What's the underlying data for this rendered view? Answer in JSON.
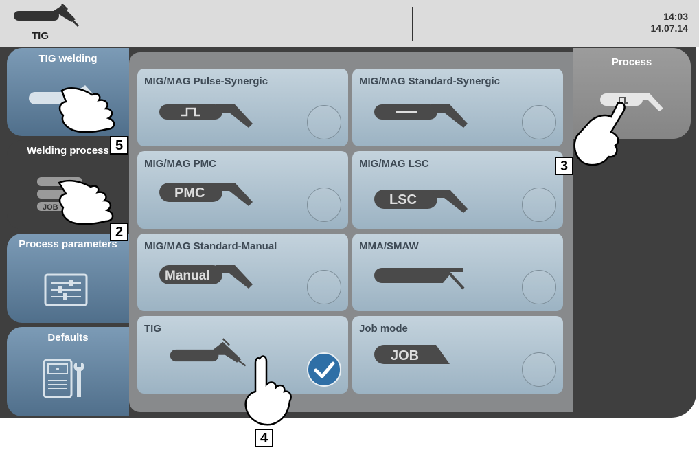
{
  "header": {
    "mode": "TIG",
    "time": "14:03",
    "date": "14.07.14"
  },
  "nav": {
    "items": [
      {
        "label": "TIG welding",
        "icon": "torch-icon"
      },
      {
        "label": "Welding process",
        "icon": "welding-process-icon"
      },
      {
        "label": "Process parameters",
        "icon": "sliders-icon"
      },
      {
        "label": "Defaults",
        "icon": "power-source-settings-icon"
      }
    ]
  },
  "process_panel": {
    "label": "Process"
  },
  "cards": [
    {
      "title": "MIG/MAG Pulse-Synergic",
      "icon": "pulse-torch-icon",
      "selected": false
    },
    {
      "title": "MIG/MAG Standard-Synergic",
      "icon": "standard-torch-icon",
      "selected": false
    },
    {
      "title": "MIG/MAG PMC",
      "icon_label": "PMC",
      "icon": "pmc-torch-icon",
      "selected": false
    },
    {
      "title": "MIG/MAG LSC",
      "icon_label": "LSC",
      "icon": "lsc-torch-icon",
      "selected": false
    },
    {
      "title": "MIG/MAG Standard-Manual",
      "icon_label": "Manual",
      "icon": "manual-torch-icon",
      "selected": false
    },
    {
      "title": "MMA/SMAW",
      "icon": "electrode-holder-icon",
      "selected": false
    },
    {
      "title": "TIG",
      "icon": "tig-torch-icon",
      "selected": true
    },
    {
      "title": "Job mode",
      "icon_label": "JOB",
      "icon": "job-icon",
      "selected": false
    }
  ],
  "job_icon_text": "JOB",
  "callouts": [
    "2",
    "3",
    "4",
    "5"
  ],
  "colors": {
    "accent_blue": "#2f6fa6",
    "card_top": "#c4d3dd",
    "nav_blue": "#6a89a4"
  }
}
